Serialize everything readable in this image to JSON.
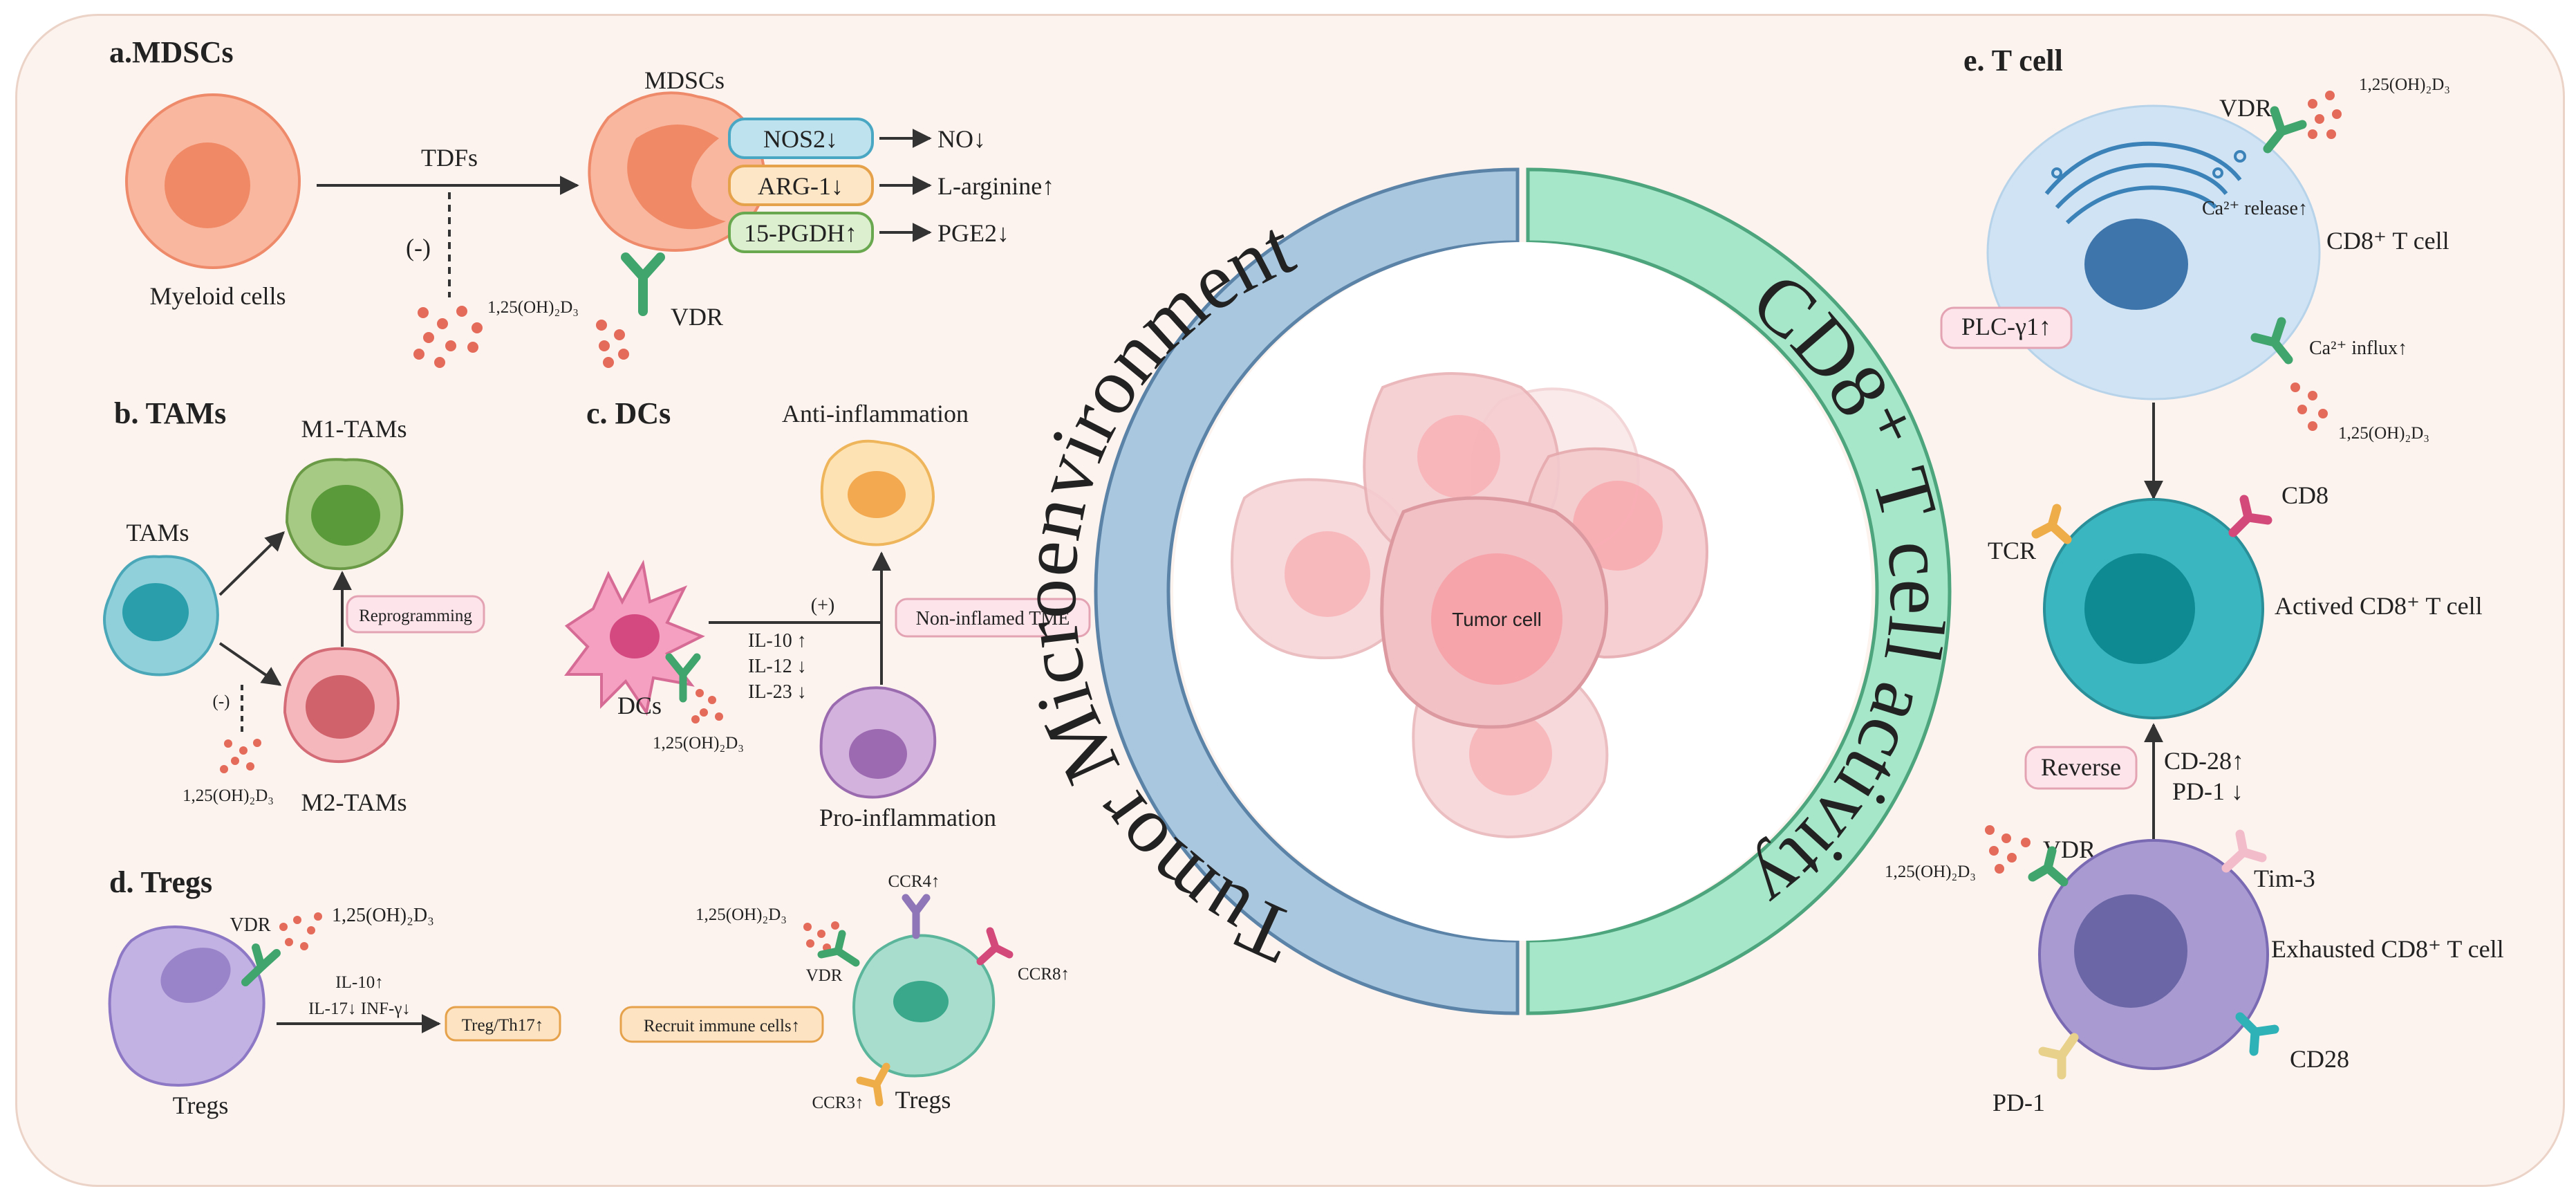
{
  "panels": {
    "a": {
      "title": "a.MDSCs",
      "myeloid_label": "Myeloid cells",
      "mdsc_label": "MDSCs",
      "arrow_label": "TDFs",
      "inhibit_label": "(-)",
      "ligand_label": "1,25(OH)₂D₃",
      "receptor_label": "VDR",
      "enzymes": [
        {
          "name": "NOS2↓",
          "product": "NO↓",
          "color": "#bfe3ee",
          "border": "#4aa7c4"
        },
        {
          "name": "ARG-1↓",
          "product": "L-arginine↑",
          "color": "#fde6c6",
          "border": "#e6a24b"
        },
        {
          "name": "15-PGDH↑",
          "product": "PGE2↓",
          "color": "#dcefcf",
          "border": "#6aa84f"
        }
      ]
    },
    "b": {
      "title": "b. TAMs",
      "tams_label": "TAMs",
      "m1_label": "M1-TAMs",
      "m2_label": "M2-TAMs",
      "reprogramming_label": "Reprogramming",
      "inhibit_label": "(-)",
      "ligand_label": "1,25(OH)₂D₃"
    },
    "c": {
      "title": "c. DCs",
      "dcs_label": "DCs",
      "anti_label": "Anti-inflammation",
      "pro_label": "Pro-inflammation",
      "plus_label": "(+)",
      "cytokines": [
        "IL-10 ↑",
        "IL-12 ↓",
        "IL-23 ↓"
      ],
      "ligand_label": "1,25(OH)₂D₃",
      "tme_label": "Non-inflamed TME"
    },
    "d": {
      "title": "d. Tregs",
      "tregs_label": "Tregs",
      "vdr_label": "VDR",
      "ligand_label": "1,25(OH)₂D₃",
      "cyt_top": "IL-10↑",
      "cyt_bottom": "IL-17↓   INF-γ↓",
      "ratio_label": "Treg/Th17↑",
      "ligand_label_2": "1,25(OH)₂D₃",
      "vdr_label_2": "VDR",
      "ccr4_label": "CCR4↑",
      "ccr8_label": "CCR8↑",
      "ccr3_label": "CCR3↑",
      "tregs_label_2": "Tregs",
      "recruit_label": "Recruit immune cells↑"
    },
    "center": {
      "left_ring_text": "Tumor Microenvironment",
      "right_ring_text": "CD8⁺ T cell activity",
      "tumor_label": "Tumor cell",
      "left_color": "#a9c8e0",
      "right_color": "#a6e6c9"
    },
    "e": {
      "title": "e. T cell",
      "vdr_label": "VDR",
      "ligand_label": "1,25(OH)₂D₃",
      "ca_release": "Ca²⁺ release↑",
      "cd8_cell_label": "CD8⁺ T cell",
      "plc_label": "PLC-γ1↑",
      "ca_influx": "Ca²⁺ influx↑",
      "ligand_label_2": "1,25(OH)₂D₃",
      "tcr_label": "TCR",
      "cd8_label": "CD8",
      "activated_label": "Actived CD8⁺ T cell",
      "reverse_label": "Reverse",
      "cd28_up": "CD-28↑",
      "pd1_down": "PD-1 ↓",
      "ligand_label_3": "1,25(OH)₂D₃",
      "vdr_label_2": "VDR",
      "tim3_label": "Tim-3",
      "exhausted_label": "Exhausted CD8⁺ T cell",
      "cd28_label": "CD28",
      "pd1_label": "PD-1"
    }
  }
}
